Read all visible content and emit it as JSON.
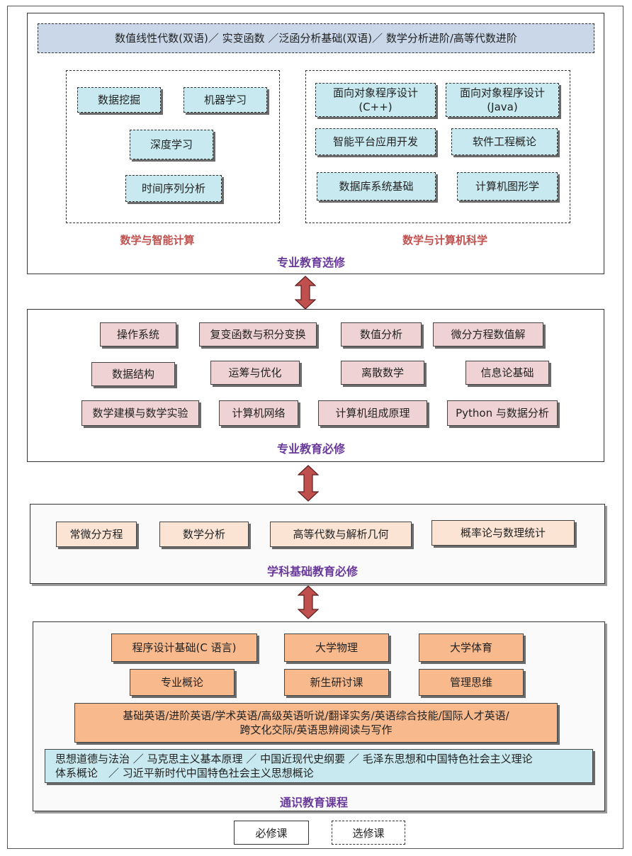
{
  "sections": {
    "elective": {
      "title": "专业教育选修",
      "top_bar": "数值线性代数(双语)／ 实变函数 ／泛函分析基础(双语)／ 数学分析进阶/高等代数进阶",
      "group_left": {
        "label": "数学与智能计算",
        "items": [
          "数据挖掘",
          "机器学习",
          "深度学习",
          "时间序列分析"
        ]
      },
      "group_right": {
        "label": "数学与计算机科学",
        "items": [
          "面向对象程序设计\n(C++)",
          "面向对象程序设计\n(Java)",
          "智能平台应用开发",
          "软件工程概论",
          "数据库系统基础",
          "计算机图形学"
        ]
      }
    },
    "required": {
      "title": "专业教育必修",
      "items": [
        "操作系统",
        "复变函数与积分变换",
        "数值分析",
        "微分方程数值解",
        "数据结构",
        "运筹与优化",
        "离散数学",
        "信息论基础",
        "数学建模与数学实验",
        "计算机网络",
        "计算机组成原理",
        "Python 与数据分析"
      ]
    },
    "foundation": {
      "title": "学科基础教育必修",
      "items": [
        "常微分方程",
        "数学分析",
        "高等代数与解析几何",
        "概率论与数理统计"
      ]
    },
    "general": {
      "title": "通识教育课程",
      "items": [
        "程序设计基础(C 语言)",
        "大学物理",
        "大学体育",
        "专业概论",
        "新生研讨课",
        "管理思维"
      ],
      "english": "基础英语/进阶英语/学术英语/高级英语听说/翻译实务/英语综合技能/国际人才英语/\n跨文化交际/英语思辨阅读与写作",
      "politics": "思想道德与法治 ／ 马克思主义基本原理 ／ 中国近现代史纲要 ／ 毛泽东思想和中国特色社会主义理论\n体系概论　／ 习近平新时代中国特色社会主义思想概论"
    }
  },
  "legend": {
    "required_label": "必修课",
    "elective_label": "选修课"
  },
  "colors": {
    "elective_box": "#c7e9ef",
    "top_bar": "#c9d7e8",
    "required_box": "#efd2d4",
    "foundation_box": "#fbe4d4",
    "general_box": "#f8b98d",
    "arrow": "#c0504d",
    "title": "#6a3a9a",
    "group_label": "#c0504d"
  }
}
